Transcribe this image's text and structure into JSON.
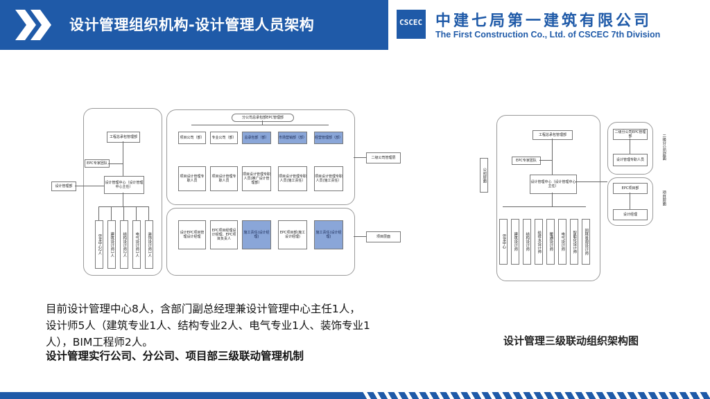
{
  "header": {
    "title": "设计管理组织机构-设计管理人员架构",
    "company_cn": "中建七局第一建筑有限公司",
    "company_en": "The First Construction Co., Ltd. of CSCEC 7th Division",
    "logo_text": "CSCEC"
  },
  "left_diagram": {
    "top_badge": "分公司总承包部EPC管理部",
    "dept_row": [
      "项目公司（部）",
      "专业公司（部）",
      "总承包部（部）",
      "市场营销部（部）",
      "经营管理部（部）"
    ],
    "person_row": [
      "项目设计管理专职人员",
      "项目设计管理专职人员",
      "项目设计管理专职人员(推广设计管理部）",
      "项目设计管理专职人员(施工责任）",
      "项目设计管理专职人员(施工责任）"
    ],
    "bottom_row": [
      "设计EPC项目管理设计经理",
      "EPC项目经理设计经理、EPC项目负责人",
      "施工责任(设计经理)",
      "EPC项目部(施工设计经理)",
      "施工责任(设计经理)"
    ],
    "left_top": "工程总承包管理部",
    "left_epc": "EPC专家团队",
    "left_center": "设计管理中心（设计管理中心主任）",
    "left_side": "设计管理部",
    "right_top": "二级公司管理层",
    "right_bottom": "项目层面",
    "roles": [
      "BIM中心2人",
      "建筑设计师1人",
      "结构设计师2人",
      "电气设计师1人",
      "装饰设计师1人"
    ]
  },
  "right_diagram": {
    "top": "工程总承包管理部",
    "epc": "EPC专家团队",
    "center": "设计管理中心（设计管理中心主任）",
    "left_side": "公司层面",
    "r1": "二级分公司EPC管理部",
    "r2": "设计管理专职人员",
    "r3": "EPC项目部",
    "r4": "设计经理",
    "side1": "二级分公司层面",
    "side2": "项目层面",
    "roles": [
      "BIM中心",
      "建筑设计师",
      "结构设计师",
      "给排水设计师",
      "暖通设计师",
      "电气设计师",
      "智能化设计师",
      "园林景观设计师"
    ]
  },
  "body": {
    "line1": "目前设计管理中心8人，含部门副总经理兼设计管理中心主任1人，",
    "line2": "设计师5人（建筑专业1人、结构专业2人、电气专业1人、装饰专业1",
    "line3": "人），BIM工程师2人。",
    "bold": "设计管理实行公司、分公司、项目部三级联动管理机制"
  },
  "caption": "设计管理三级联动组织架构图",
  "colors": {
    "brand": "#1f5aa8",
    "box_fill": "#8aa6d8"
  }
}
